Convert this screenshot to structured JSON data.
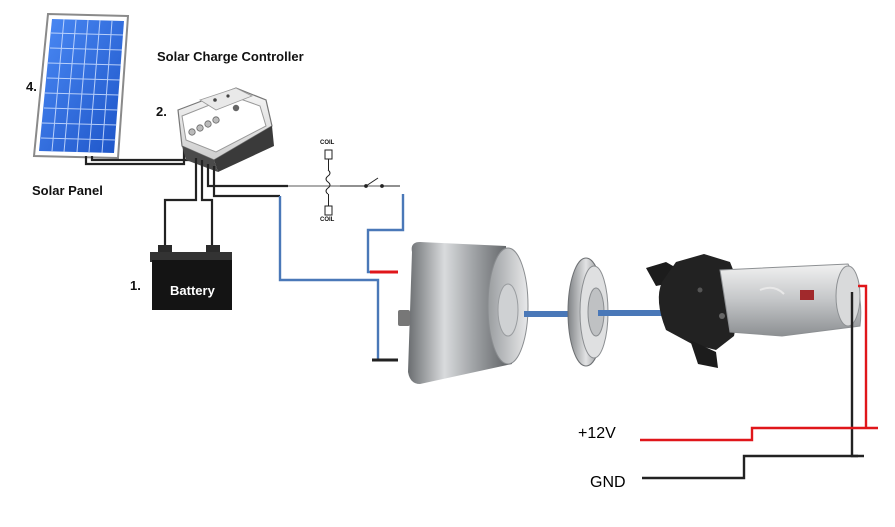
{
  "labels": {
    "solar_panel": "Solar Panel",
    "solar_panel_num": "4.",
    "controller": "Solar Charge Controller",
    "controller_num": "2.",
    "battery": "Battery",
    "battery_num": "1.",
    "coil_top": "COIL",
    "coil_bottom": "COIL",
    "plus12v": "+12V",
    "gnd": "GND"
  },
  "colors": {
    "wire_black": "#222222",
    "wire_blue": "#4a78b8",
    "wire_red": "#e0161a",
    "panel_blue": "#2f6fe0",
    "battery_body": "#1a1a1a"
  }
}
